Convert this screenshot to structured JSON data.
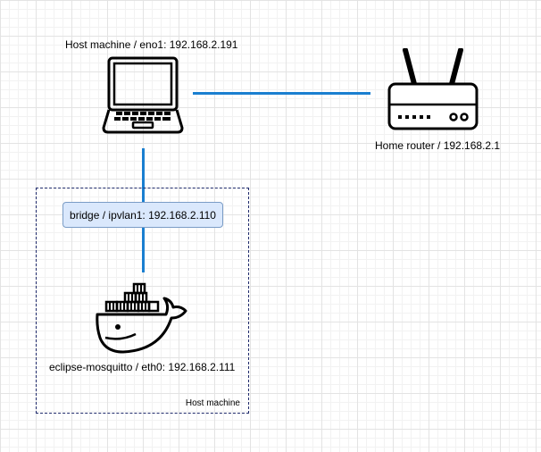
{
  "nodes": {
    "host": {
      "label": "Host machine / eno1: 192.168.2.191",
      "icon": "laptop-icon"
    },
    "router": {
      "label": "Home router / 192.168.2.1",
      "icon": "router-icon"
    },
    "bridge": {
      "label": "bridge / ipvlan1: 192.168.2.110"
    },
    "container": {
      "label": "eclipse-mosquitto / eth0: 192.168.2.111",
      "icon": "docker-whale-icon"
    }
  },
  "group": {
    "caption": "Host machine"
  },
  "colors": {
    "link": "#1a7fd0",
    "bridge_fill": "#dae8fc",
    "bridge_border": "#7a9cc6",
    "group_border": "#1f2a6b"
  }
}
